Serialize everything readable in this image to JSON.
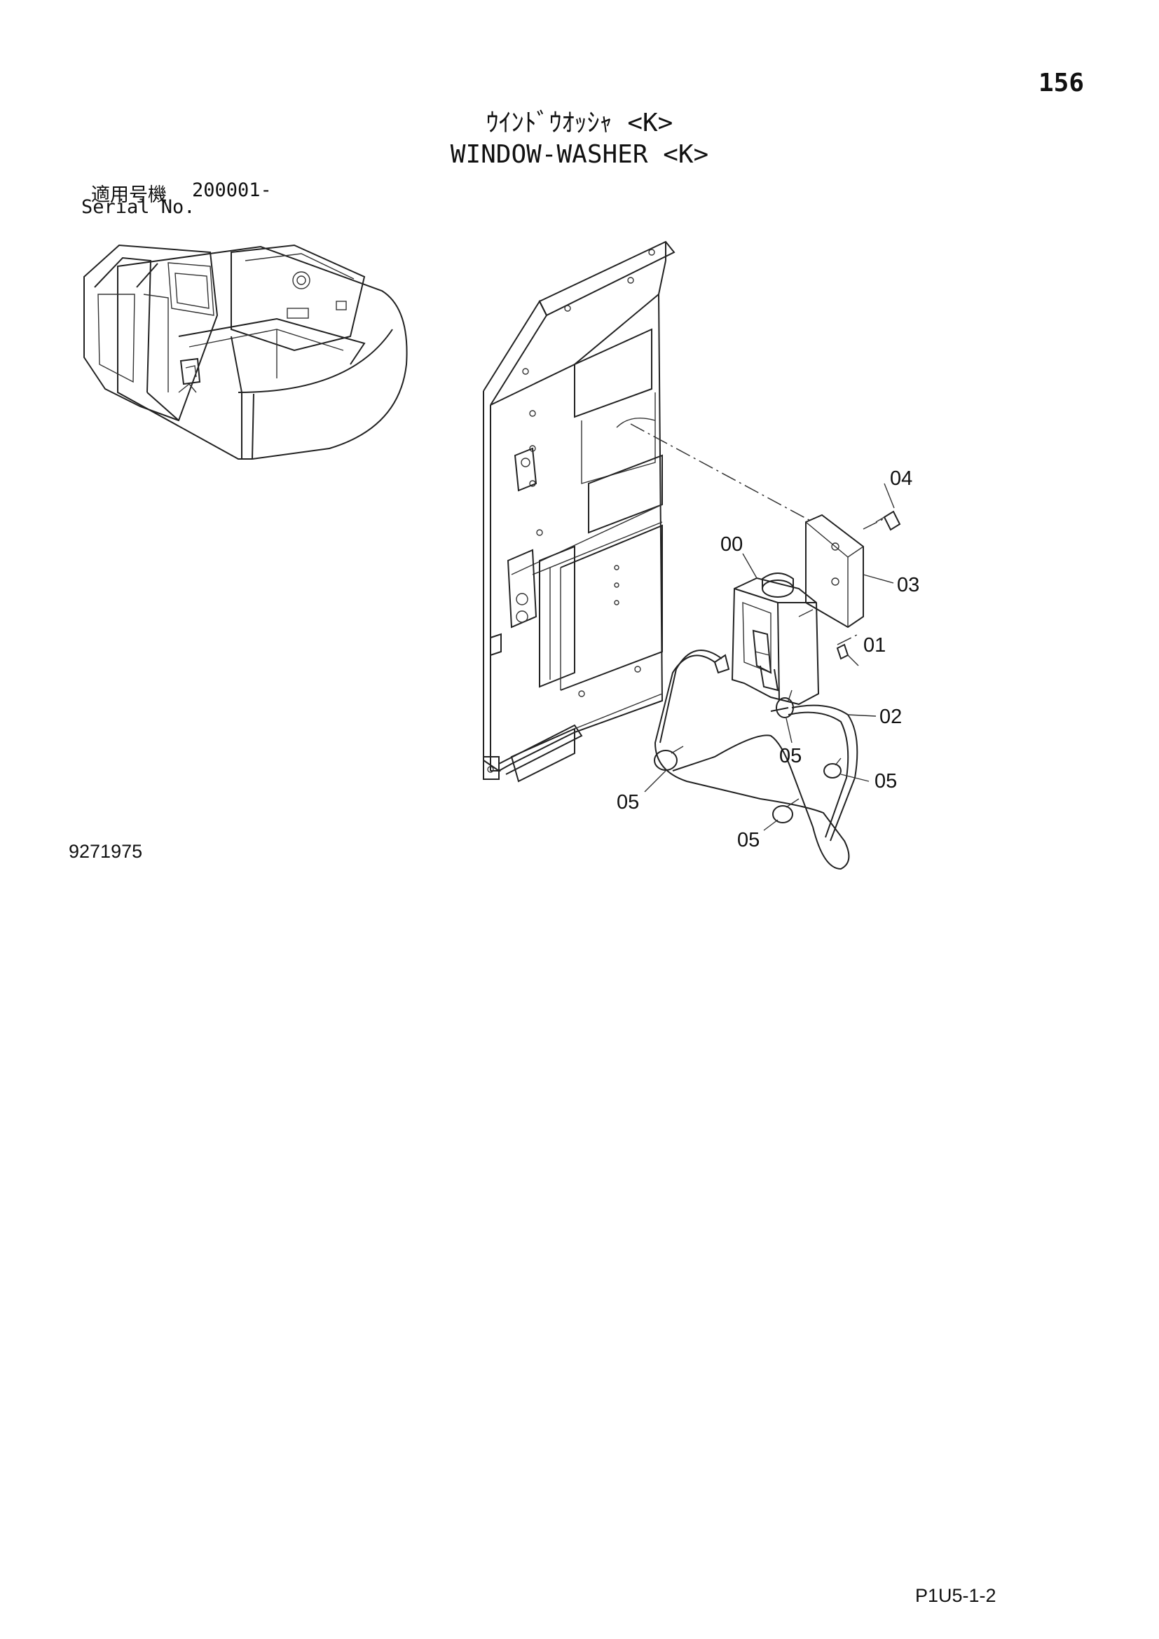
{
  "page_number": "156",
  "title_jp": "ｳｲﾝﾄﾞｳｵｯｼｬ <K>",
  "title_en": "WINDOW-WASHER <K>",
  "serial_label_jp": "適用号機",
  "serial_value": "200001-",
  "serial_label_en": "Serial No.",
  "drawing_number": "9271975",
  "footer_code": "P1U5-1-2",
  "callouts": {
    "c00": "00",
    "c01": "01",
    "c02": "02",
    "c03": "03",
    "c04": "04",
    "c05a": "05",
    "c05b": "05",
    "c05c": "05",
    "c05d": "05"
  }
}
